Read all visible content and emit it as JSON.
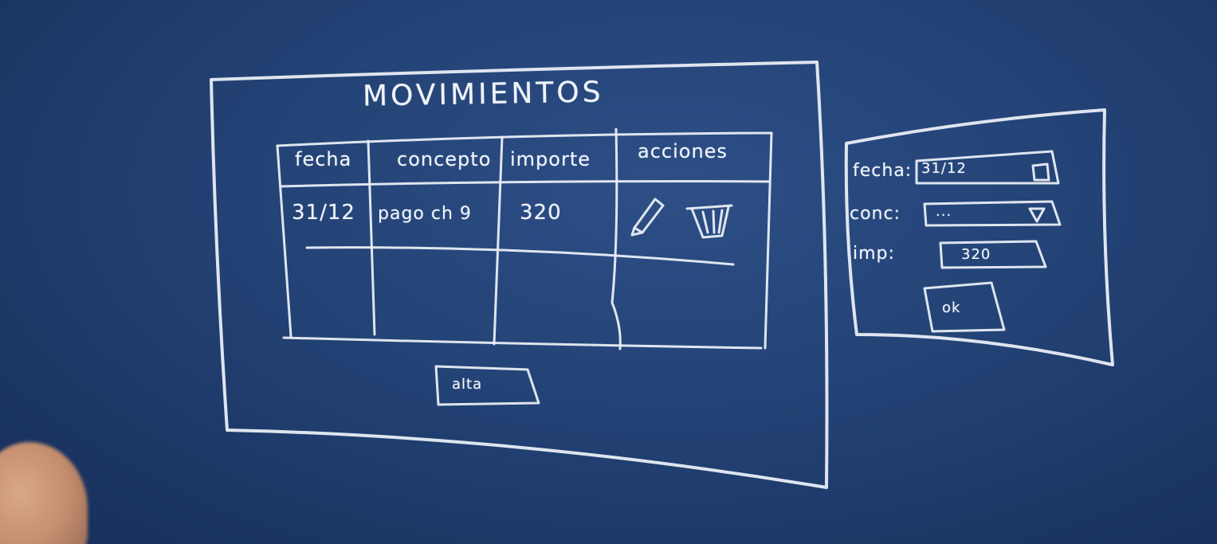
{
  "main_window": {
    "title": "MOVIMIENTOS",
    "table": {
      "headers": [
        "fecha",
        "concepto",
        "importe",
        "acciones"
      ],
      "rows": [
        {
          "fecha": "31/12",
          "concepto": "pago ch 9",
          "importe": "320"
        }
      ]
    },
    "action_icons": [
      "pencil-icon",
      "trash-icon"
    ],
    "bottom_button": "alta"
  },
  "form_window": {
    "fields": [
      {
        "label": "fecha:",
        "value": "31/12",
        "icon": "calendar-icon"
      },
      {
        "label": "conc:",
        "value": "...",
        "icon": "dropdown-icon"
      },
      {
        "label": "imp:",
        "value": "320"
      }
    ],
    "submit_button": "ok"
  },
  "colors": {
    "board": "#234275",
    "chalk": "#e9eef6"
  }
}
